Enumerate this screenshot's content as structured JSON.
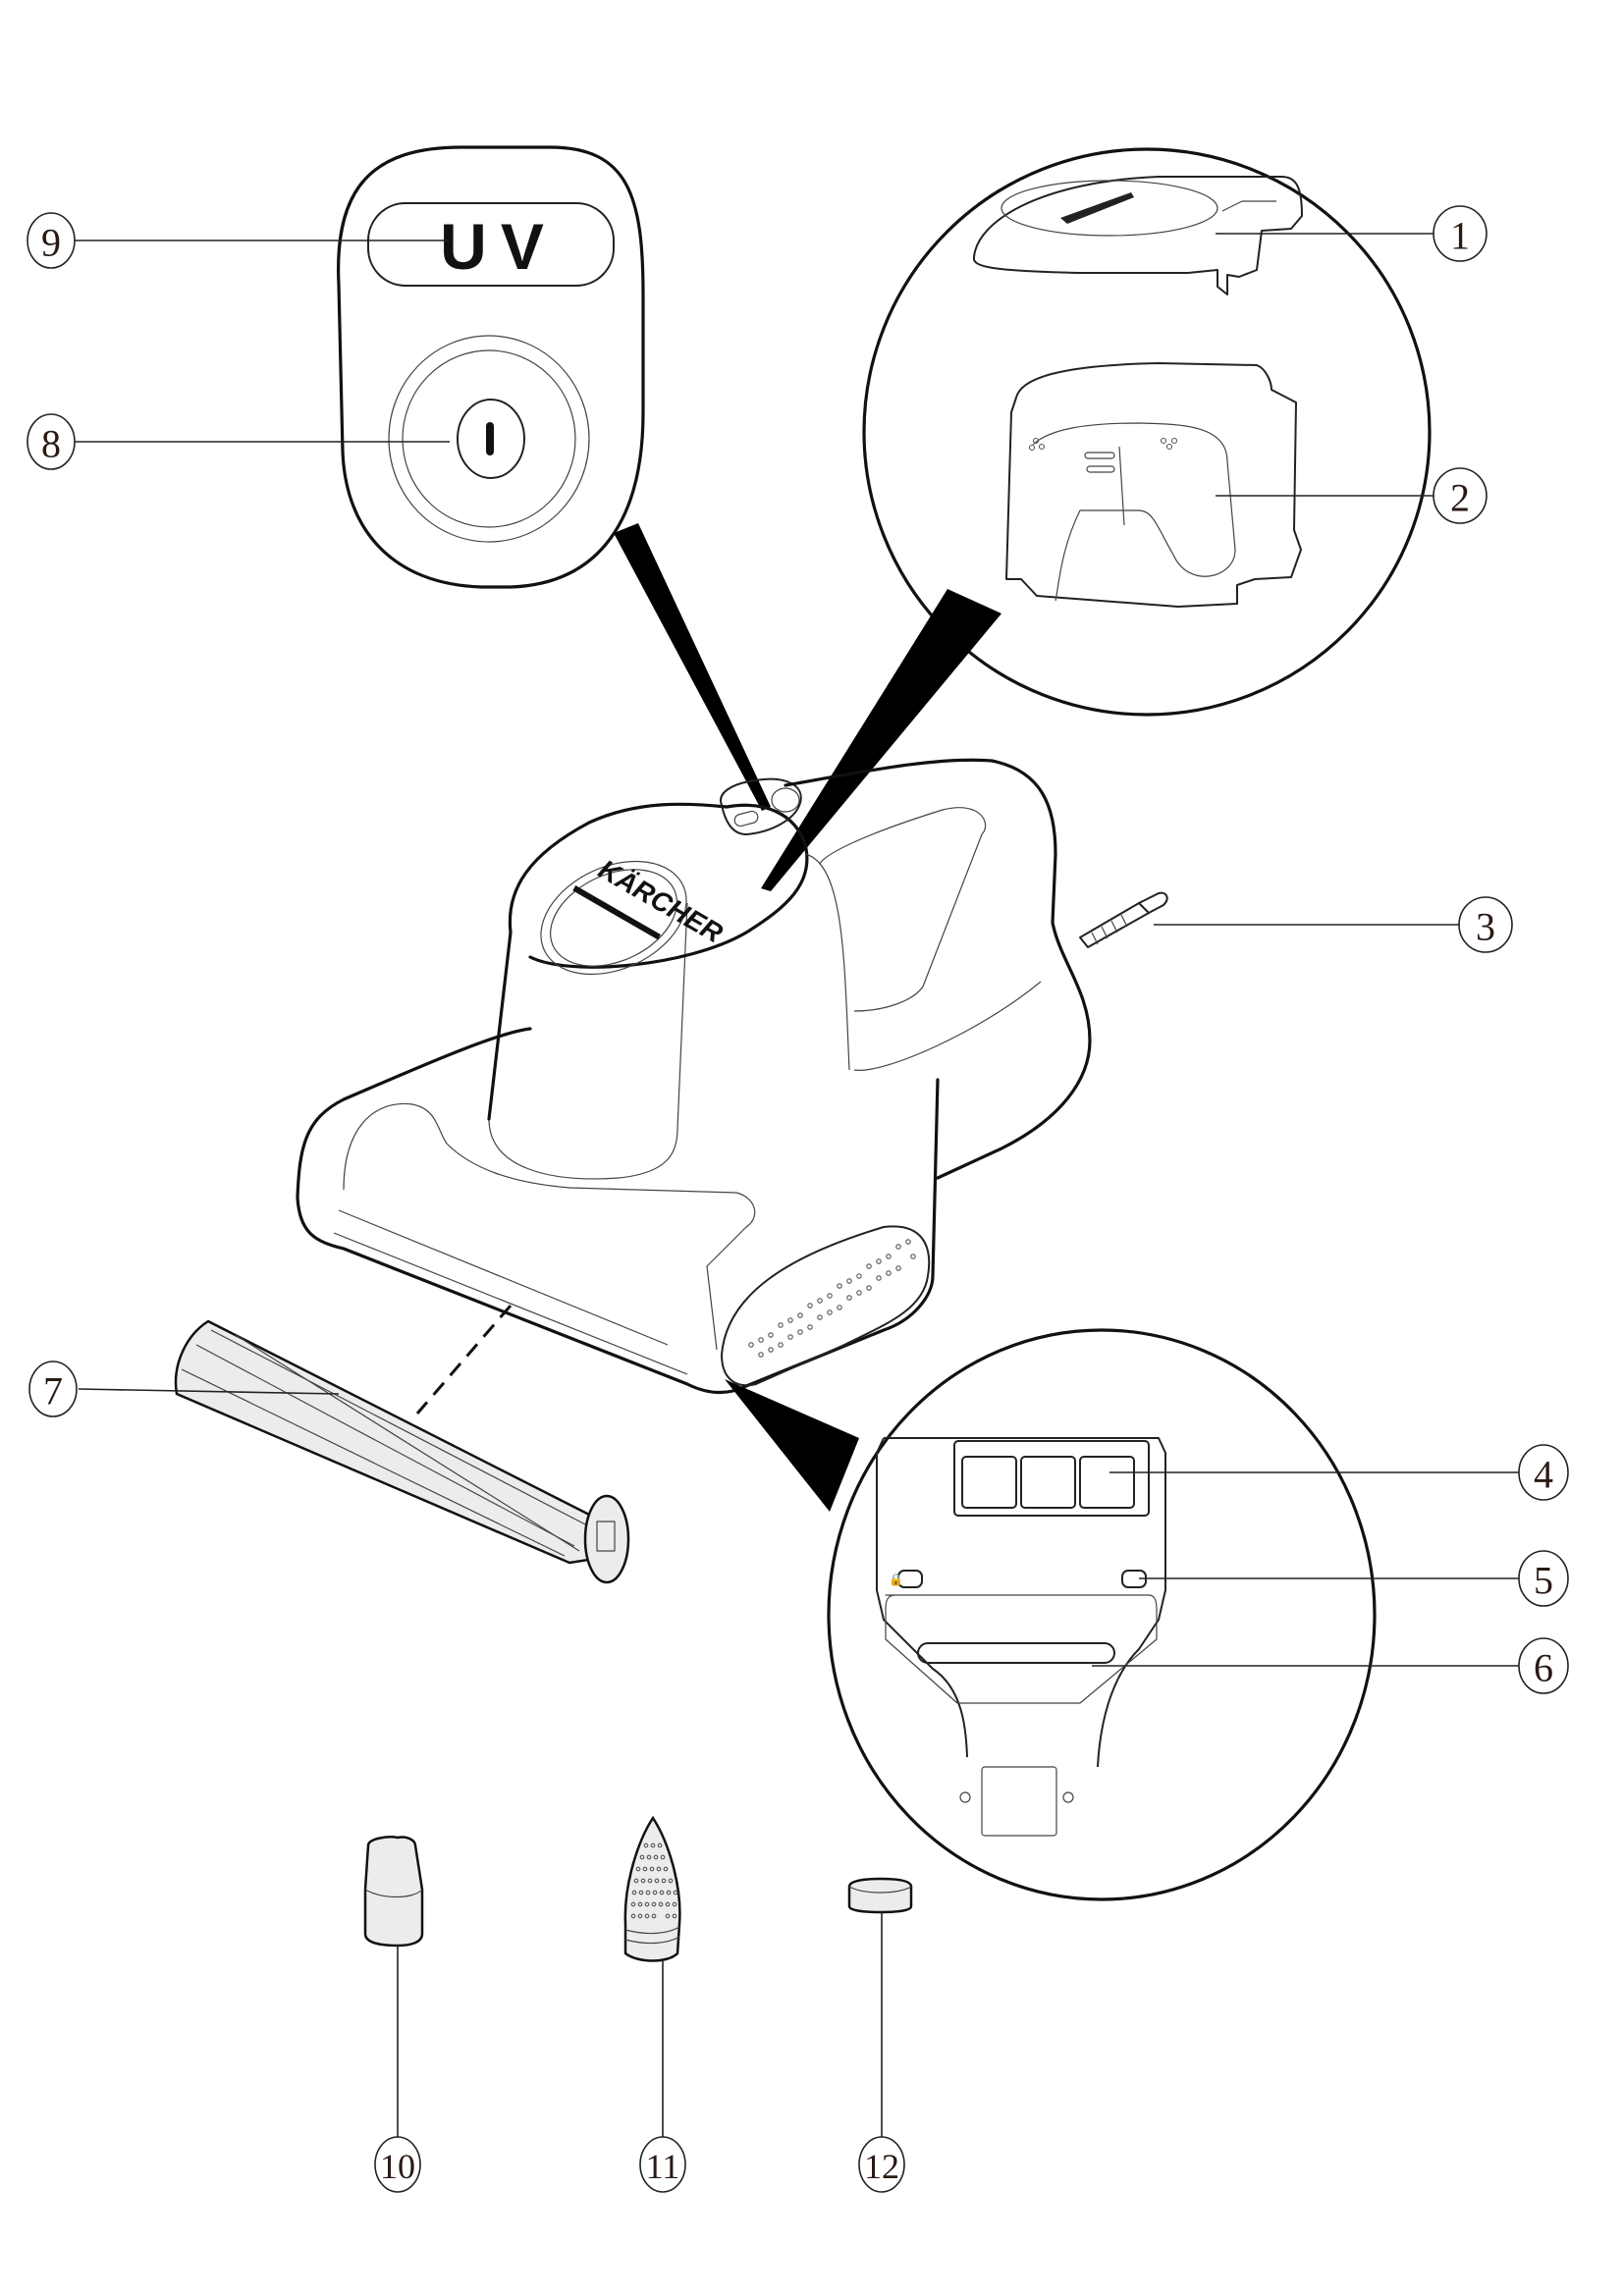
{
  "figure": {
    "title": "Device overview",
    "brand_logo_text": "KÄRCHER",
    "control_panel": {
      "uv_label": "UV",
      "power_symbol": "I"
    },
    "callouts": [
      {
        "number": "1",
        "target": "dust-container-lid"
      },
      {
        "number": "2",
        "target": "dust-container"
      },
      {
        "number": "3",
        "target": "power-cord-connector"
      },
      {
        "number": "4",
        "target": "uv-lamp-cover"
      },
      {
        "number": "5",
        "target": "lamp-cover-lock-slider"
      },
      {
        "number": "6",
        "target": "suction-opening"
      },
      {
        "number": "7",
        "target": "brush-roller"
      },
      {
        "number": "8",
        "target": "power-button"
      },
      {
        "number": "9",
        "target": "uv-indicator"
      },
      {
        "number": "10",
        "target": "accessory-nozzle-cap"
      },
      {
        "number": "11",
        "target": "accessory-perforated-nozzle"
      },
      {
        "number": "12",
        "target": "accessory-seal"
      }
    ],
    "colors": {
      "line": "#111111",
      "part_fill": "#ececec",
      "background": "#ffffff"
    }
  }
}
